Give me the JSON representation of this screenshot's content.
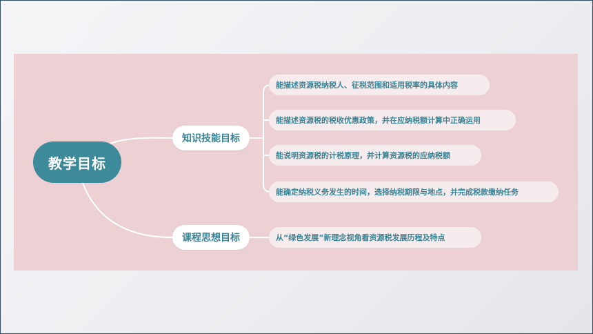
{
  "root": {
    "label": "教学目标"
  },
  "branches": [
    {
      "label": "知识技能目标",
      "leaves": [
        "能描述资源税纳税人、征税范围和适用税率的具体内容",
        "能描述资源税的税收优惠政策，并在应纳税额计算中正确运用",
        "能说明资源税的计税原理，并计算资源税的应纳税额",
        "能确定纳税义务发生的时间，选择纳税期限与地点，并完成税款缴纳任务"
      ]
    },
    {
      "label": "课程思想目标",
      "leaves": [
        "从“绿色发展”新理念视角看资源税发展历程及特点"
      ]
    }
  ],
  "colors": {
    "panel": "#ecd0d4",
    "root_fill": "#3d8a9b",
    "text_teal": "#3a8496",
    "connector": "#ffffff",
    "frame": "#2f4d6a"
  }
}
